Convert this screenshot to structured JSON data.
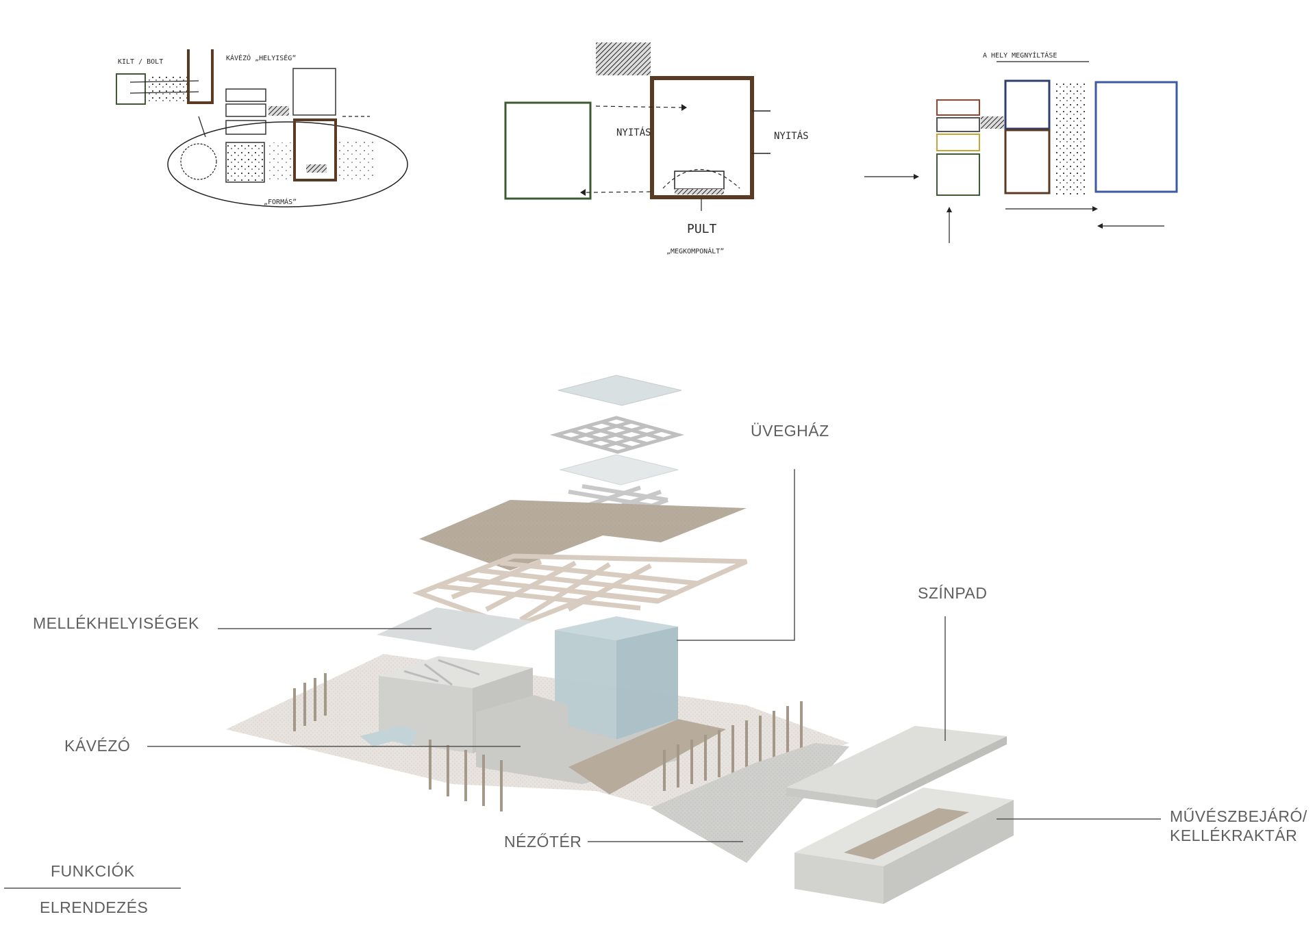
{
  "sketches": {
    "left": {
      "top_label_a": "KILT / BOLT",
      "top_label_b": "KÁVÉZÓ „HELYISÉG”",
      "bottom_label": "„FORMÁS”"
    },
    "middle": {
      "open_label_left": "NYITÁS",
      "open_label_right": "NYITÁS",
      "counter_label": "PULT",
      "counter_sub": "„MEGKOMPONÁLT”"
    },
    "right": {
      "top_label": "A HELY MEGNYÍLTÁSE"
    }
  },
  "diagram_labels": {
    "uveghaz": "ÜVEGHÁZ",
    "mellek": "MELLÉKHELYISÉGEK",
    "kavezo": "KÁVÉZÓ",
    "szinpad": "SZÍNPAD",
    "nezoter": "NÉZŐTÉR",
    "muvesz_line1": "MŰVÉSZBEJÁRÓ/",
    "muvesz_line2": "KELLÉKRAKTÁR"
  },
  "legend": {
    "top": "FUNKCIÓK",
    "bottom": "ELRENDEZÉS"
  },
  "colors": {
    "label": "#5f5f5f",
    "leader": "#555555",
    "glass": "#c9d8dd",
    "concrete": "#d3d3d0",
    "wood": "#b7ab9c",
    "ground": "#e8e3de",
    "ink_brown": "#5a3a22",
    "ink_green": "#3f5a32",
    "ink_blue": "#3c5aa0",
    "ink_red": "#a0402a",
    "ink_yellow": "#c9a23a"
  }
}
